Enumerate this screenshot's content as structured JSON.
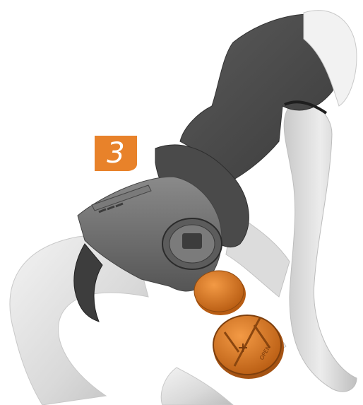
{
  "step": {
    "number": "3"
  },
  "parts": {
    "handlebar": {
      "icon": "handlebar-drop-bar"
    },
    "brake_lever": {
      "icon": "brake-lever-blade"
    },
    "shifter_hood": {
      "icon": "shifter-hood-rubber"
    },
    "shifter_body": {
      "icon": "shifter-body-with-battery-compartment"
    },
    "battery_compartment": {
      "icon": "coin-cell-battery-holder"
    },
    "battery_cover": {
      "icon": "battery-cover-cap",
      "markings": [
        "OPEN",
        "+"
      ]
    },
    "coin_battery": {
      "icon": "coin-cell-battery"
    }
  },
  "colors": {
    "accent_orange": "#e8822a",
    "part_orange": "#d9731e",
    "hood_dark": "#4a4a4a",
    "body_grey": "#6b6b6b",
    "lever_light": "#e2e2e2"
  }
}
